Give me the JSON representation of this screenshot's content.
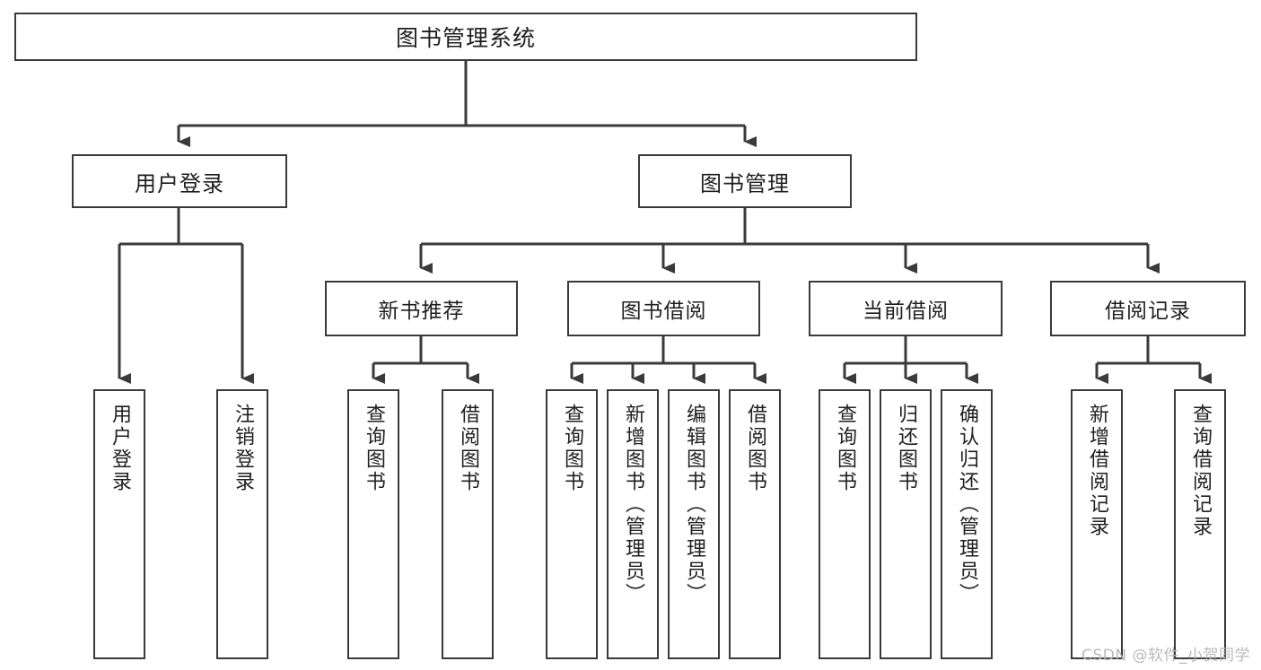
{
  "diagram": {
    "title": "图书管理系统",
    "watermark": "CSDN @软件_小贺同学",
    "colors": {
      "stroke": "#3a3a3a",
      "fill": "#ffffff",
      "text": "#1f1f1f",
      "watermark": "#b9b9b9"
    },
    "root": {
      "label": "图书管理系统"
    },
    "level2": [
      {
        "label": "用户登录"
      },
      {
        "label": "图书管理"
      }
    ],
    "level3": [
      {
        "label": "新书推荐"
      },
      {
        "label": "图书借阅"
      },
      {
        "label": "当前借阅"
      },
      {
        "label": "借阅记录"
      }
    ],
    "leaves": {
      "user_login": [
        {
          "label": "用户登录"
        },
        {
          "label": "注销登录"
        }
      ],
      "new_book": [
        {
          "label": "查询图书"
        },
        {
          "label": "借阅图书"
        }
      ],
      "book_borrow": [
        {
          "label": "查询图书"
        },
        {
          "label": "新增图书（管理员）"
        },
        {
          "label": "编辑图书（管理员）"
        },
        {
          "label": "借阅图书"
        }
      ],
      "current_borrow": [
        {
          "label": "查询图书"
        },
        {
          "label": "归还图书"
        },
        {
          "label": "确认归还（管理员）"
        }
      ],
      "borrow_record": [
        {
          "label": "新增借阅记录"
        },
        {
          "label": "查询借阅记录"
        }
      ]
    }
  }
}
